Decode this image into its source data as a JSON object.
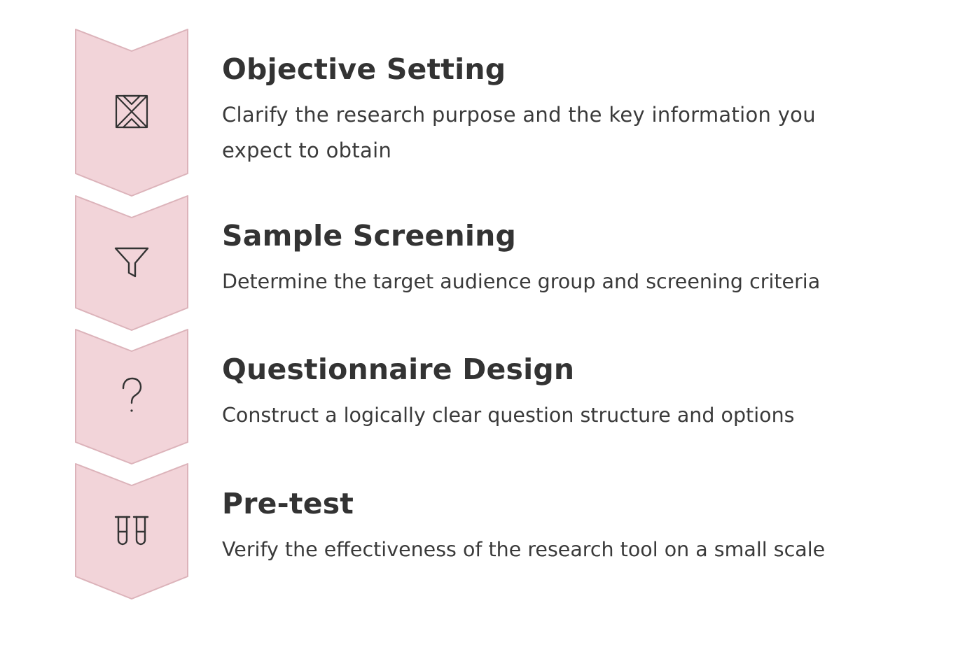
{
  "palette": {
    "chevron_fill": "#f2d4d9",
    "chevron_stroke": "#dcb3ba",
    "icon_stroke": "#333333",
    "title_color": "#333333",
    "text_color": "#3a3a3a"
  },
  "steps": [
    {
      "icon": "hourglass-icon",
      "title": "Objective Setting",
      "description": "Clarify the research purpose and the key information you expect to obtain"
    },
    {
      "icon": "funnel-icon",
      "title": "Sample Screening",
      "description": "Determine the target audience group and screening criteria"
    },
    {
      "icon": "question-mark-icon",
      "title": "Questionnaire Design",
      "description": "Construct a logically clear question structure and options"
    },
    {
      "icon": "test-tubes-icon",
      "title": "Pre-test",
      "description": "Verify the effectiveness of the research tool on a small scale"
    }
  ]
}
